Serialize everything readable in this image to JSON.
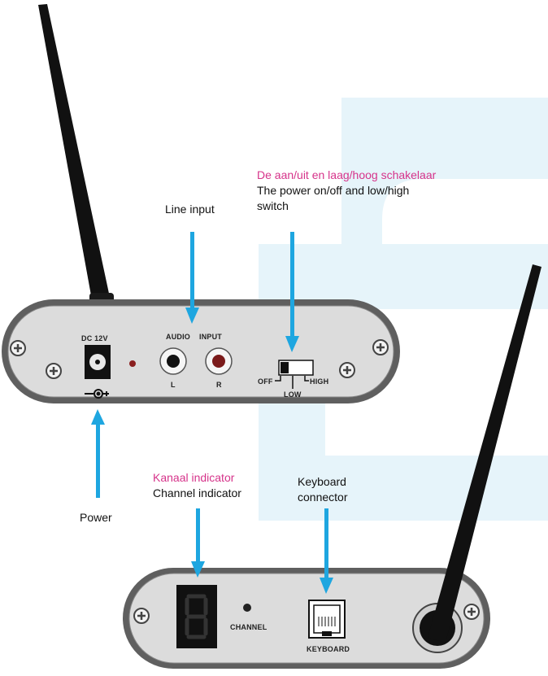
{
  "labels": {
    "line_input": "Line input",
    "switch_nl": "De aan/uit en laag/hoog schakelaar",
    "switch_en_1": "The power on/off and low/high",
    "switch_en_2": "switch",
    "power": "Power",
    "channel_nl": "Kanaal indicator",
    "channel_en": "Channel indicator",
    "keyboard_1": "Keyboard",
    "keyboard_2": "connector"
  },
  "panel_top": {
    "dc": "DC 12V",
    "audio": "AUDIO",
    "input": "INPUT",
    "l": "L",
    "r": "R",
    "off": "OFF",
    "low": "LOW",
    "high": "HIGH"
  },
  "panel_bottom": {
    "channel": "CHANNEL",
    "keyboard": "KEYBOARD",
    "digit": "8"
  },
  "colors": {
    "arrow": "#1ea6e0",
    "accent": "#d6338a",
    "watermark": "#e6f4fa",
    "panel": "#dcdcdc"
  }
}
